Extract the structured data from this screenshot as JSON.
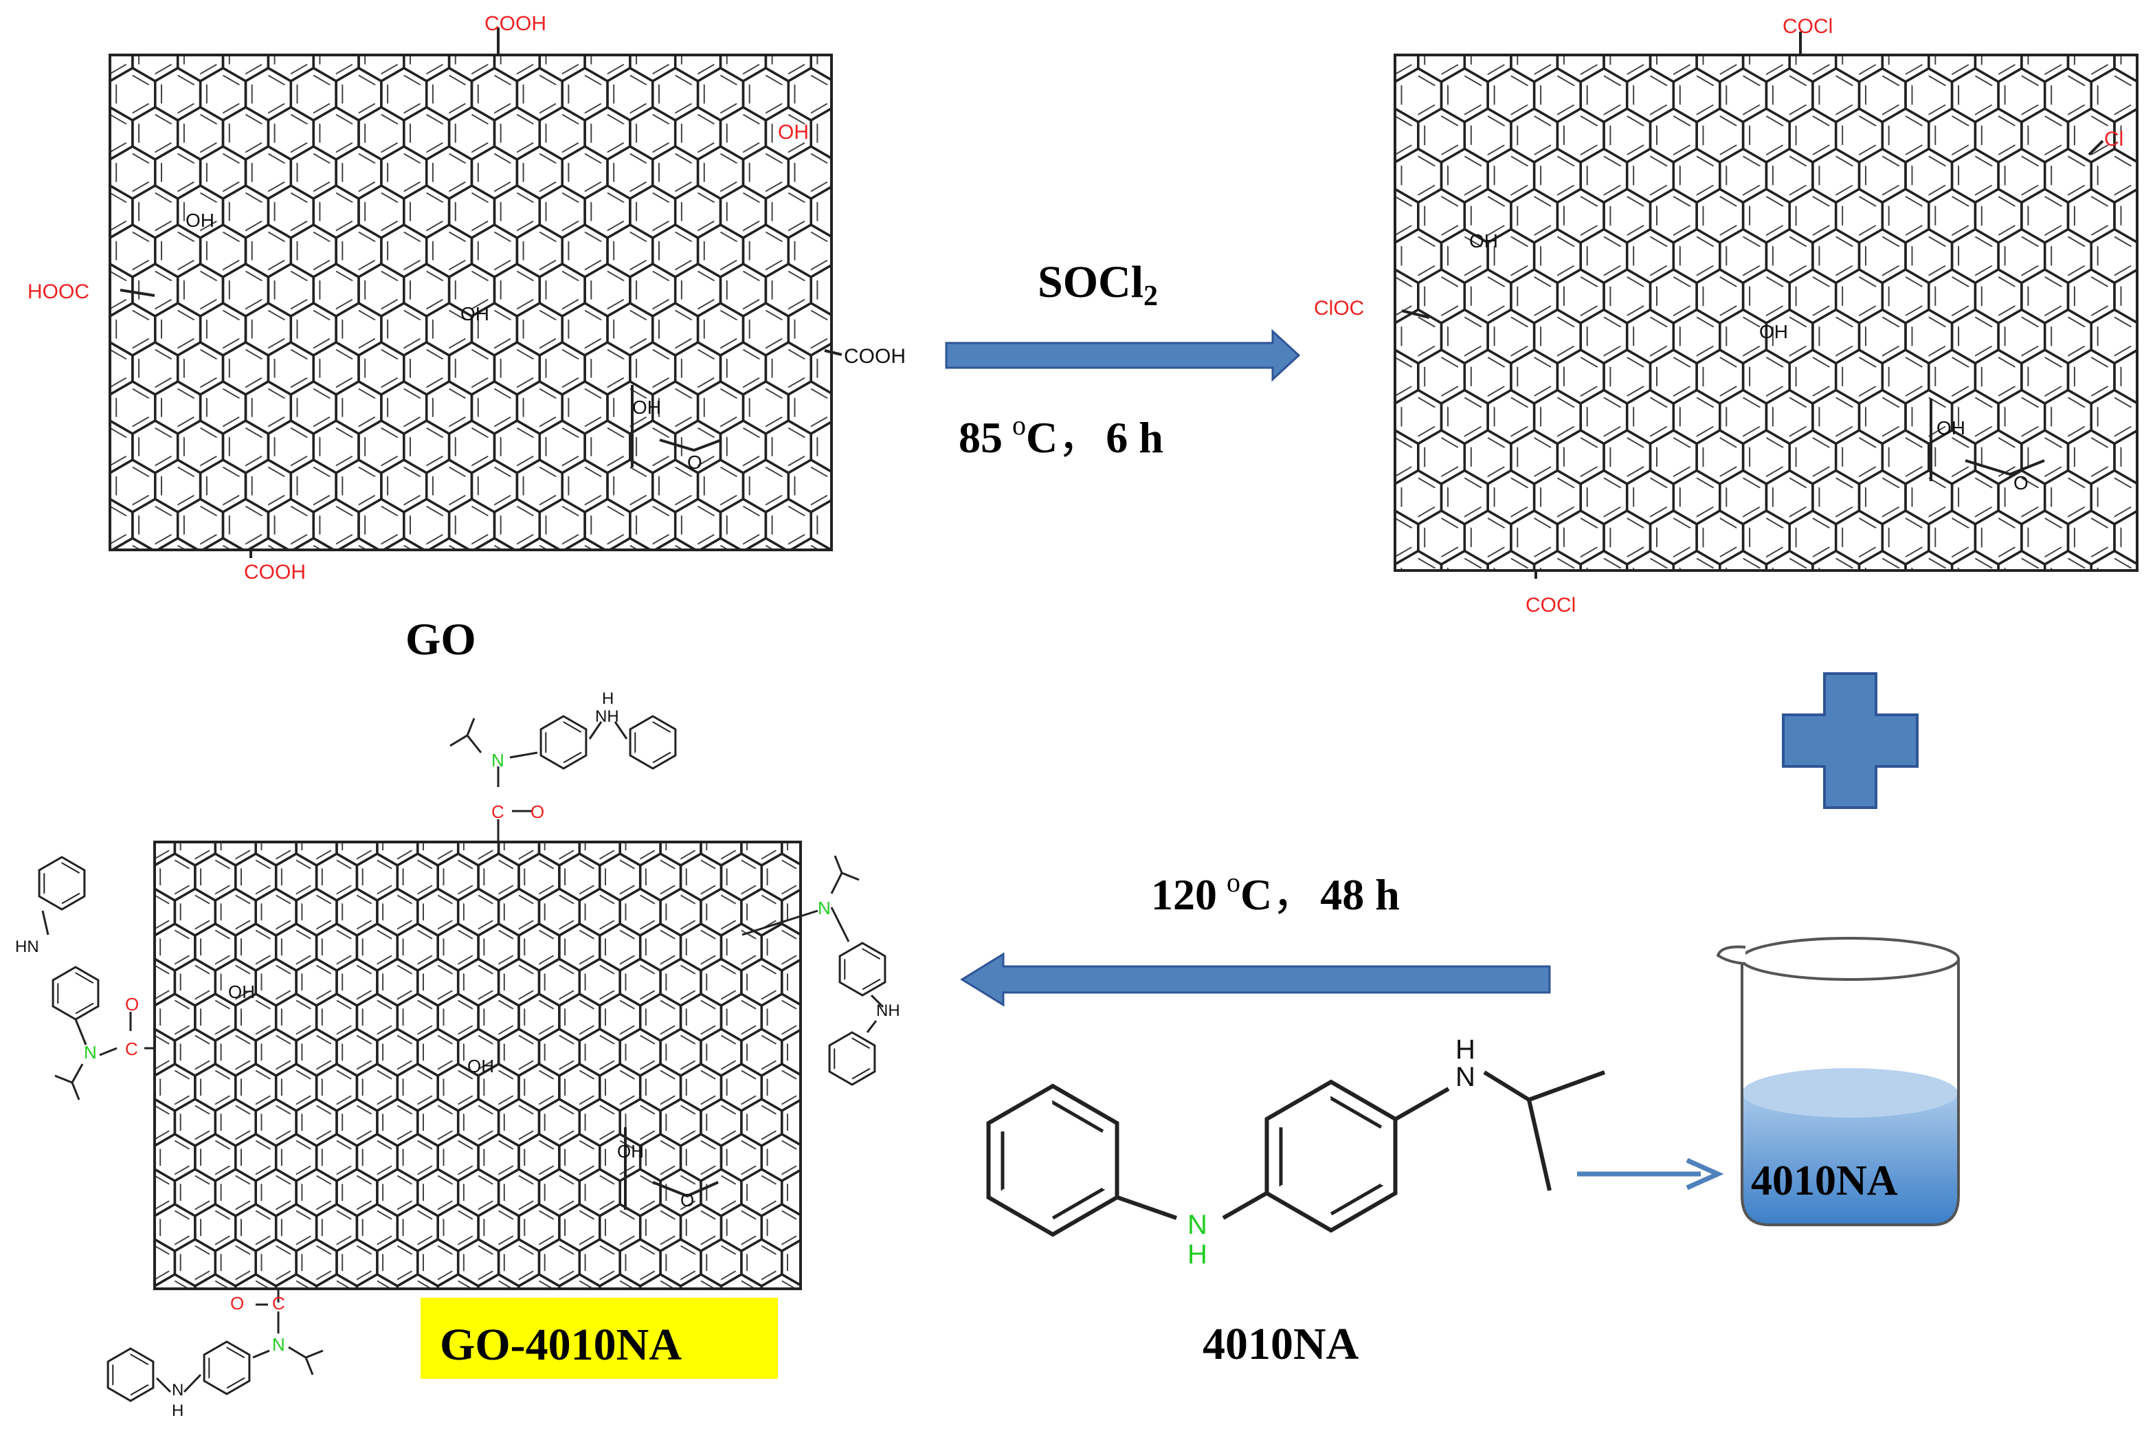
{
  "labels": {
    "go": "GO",
    "go_4010na": "GO-4010NA",
    "amine_4010na": "4010NA",
    "beaker_text": "4010NA"
  },
  "steps": {
    "step1_reagent": "SOCl",
    "step1_reagent_sub": "2",
    "step1_temp": "85",
    "step1_degree": "o",
    "step1_unit": "C",
    "step1_sep": "，",
    "step1_time": "6 h",
    "step2_temp": "120",
    "step2_degree": "o",
    "step2_unit": "C",
    "step2_sep": "，",
    "step2_time": "48 h"
  },
  "groups": {
    "go": {
      "cooh_top": "COOH",
      "oh_top_right": "OH",
      "hooc_left": "HOOC",
      "cooh_right": "COOH",
      "cooh_bottom": "COOH",
      "oh_1": "OH",
      "oh_2": "OH",
      "oh_3": "OH",
      "epoxide_o": "O"
    },
    "acyl": {
      "cocl_top": "COCl",
      "cl_top_right": "Cl",
      "cloc_left": "ClOC",
      "cocl_bottom": "COCl",
      "oh_1": "OH",
      "oh_2": "OH",
      "oh_3": "OH",
      "epoxide_o": "O"
    },
    "product": {
      "oh_1": "OH",
      "oh_2": "OH",
      "oh_3": "OH",
      "epoxide_o": "O",
      "top_n": "N",
      "top_c": "C",
      "top_o": "O",
      "top_nh": "NH",
      "top_h": "H",
      "left_n": "N",
      "left_c": "C",
      "left_o": "O",
      "left_hn": "HN",
      "right_n": "N",
      "right_nh": "NH",
      "bottom_n": "N",
      "bottom_c": "C",
      "bottom_o": "O",
      "bottom_n_amine": "N",
      "bottom_h": "H"
    },
    "amine": {
      "nh_green_n": "N",
      "nh_green_h": "H",
      "nh_black_n": "N",
      "nh_black_h": "H"
    }
  },
  "colors": {
    "arrow_fill": "#4f81bd",
    "arrow_stroke": "#2f5597",
    "highlight": "#ffff00",
    "liquid_top": "#a8c8ea",
    "liquid_bottom": "#3c7fc8",
    "functional_red": "#ee2222",
    "nitrogen_green": "#22cc22"
  }
}
